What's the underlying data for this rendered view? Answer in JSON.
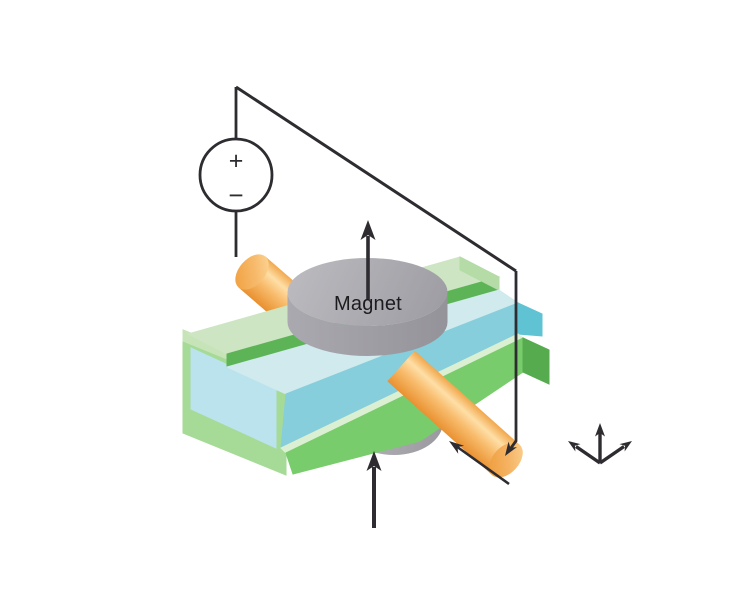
{
  "diagram": {
    "device": {
      "magnet_label": "Magnet"
    },
    "voltage_source": {
      "plus_label": "+",
      "minus_label": "−"
    },
    "icons": {
      "magnet_field_arrow": "arrow-up",
      "bottom_field_arrow": "arrow-up",
      "current_direction_arrow": "arrow-up-left",
      "circuit_terminal_arrow": "arrow-down-left",
      "axis_indicator": "three-arrows"
    },
    "colors": {
      "background": "#ffffff",
      "line_black": "#2e2c30",
      "layer_top_green": "#cde5c2",
      "layer_green_edge": "#5db457",
      "layer_blue_top": "#d0eaee",
      "layer_blue_front": "#86cedb",
      "layer_blue_end": "#60c3d3",
      "layer_bottom_green_front": "#79cc6c",
      "layer_bottom_green_end": "#55ab4e",
      "wire_orange_mid": "#f8bd6e",
      "wire_orange_dark": "#e98f2e",
      "wire_orange_light": "#fedfa7",
      "magnet_gray_top": "#b9b8bc",
      "magnet_gray_side": "#a09fa5"
    }
  }
}
